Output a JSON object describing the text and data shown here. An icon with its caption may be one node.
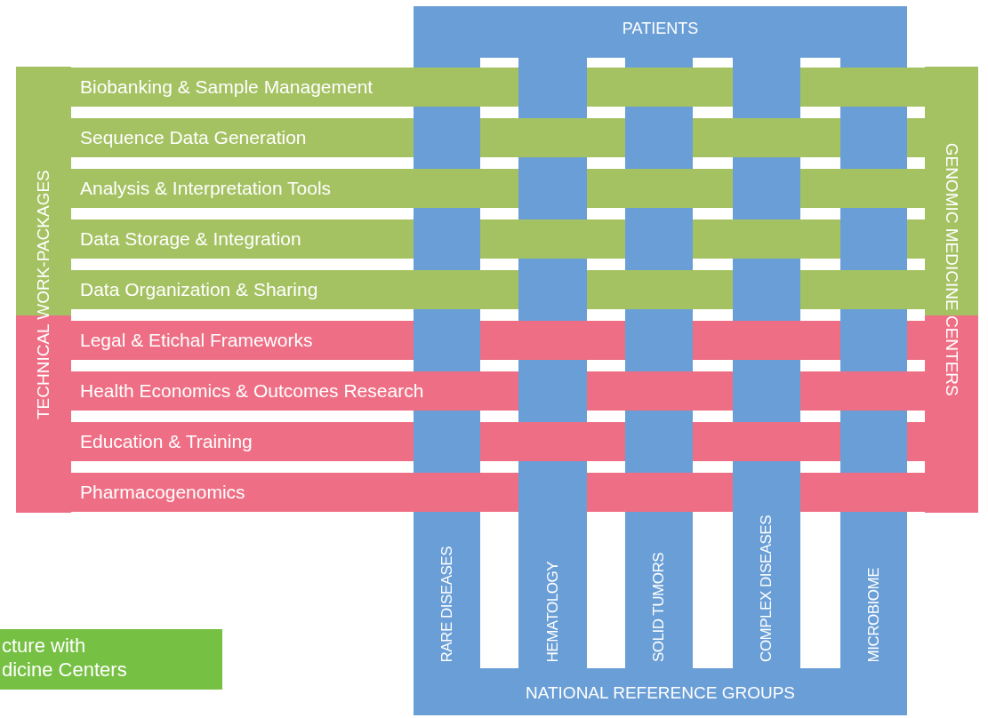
{
  "diagram": {
    "nodes": [
      {
        "text": [
          "PATIENTS"
        ]
      },
      {
        "text": [
          "TECHNICAL WORK-PACKAGES"
        ]
      },
      {
        "text": [
          "Biobanking & Sample Management"
        ]
      },
      {
        "text": [
          "Sequence Data Generation"
        ]
      },
      {
        "text": [
          "Analysis & Interpretation Tools"
        ]
      },
      {
        "text": [
          "Data Storage & Integration"
        ]
      },
      {
        "text": [
          "Data Organization & Sharing"
        ]
      },
      {
        "text": [
          "Legal & Etichal Frameworks"
        ]
      },
      {
        "text": [
          "Health Economics & Outcomes Research"
        ]
      },
      {
        "text": [
          "Education & Training"
        ]
      },
      {
        "text": [
          "Pharmacogenomics"
        ]
      },
      {
        "text": [
          "GENOMIC MEDICINE CENTERS"
        ]
      },
      {
        "text": [
          "RARE DISEASES"
        ]
      },
      {
        "text": [
          "HEMATOLOGY"
        ]
      },
      {
        "text": [
          "SOLID TUMORS"
        ]
      },
      {
        "text": [
          "COMPLEX DISEASES"
        ]
      },
      {
        "text": [
          "MICROBIOME"
        ]
      },
      {
        "text": [
          "NATIONAL REFERENCE GROUPS"
        ]
      },
      {
        "text": [
          "cture with dicine Centers"
        ]
      }
    ],
    "edges": []
  }
}
